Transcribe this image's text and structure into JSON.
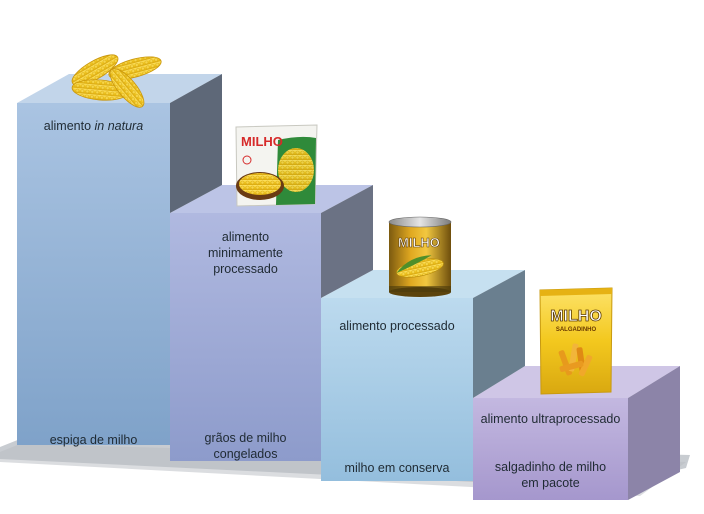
{
  "steps": [
    {
      "category_pre": "alimento ",
      "category_em": "in natura",
      "example": "espiga de milho",
      "color": "#8fb1d4"
    },
    {
      "category": "alimento minimamente processado",
      "category_lines": [
        "alimento",
        "minimamente",
        "processado"
      ],
      "example_lines": [
        "grãos de milho",
        "congelados"
      ],
      "color": "#9aa7d3"
    },
    {
      "category": "alimento processado",
      "example": "milho em conserva",
      "color": "#a8cce5"
    },
    {
      "category": "alimento ultraprocessado",
      "example_lines": [
        "salgadinho de milho",
        "em pacote"
      ],
      "color": "#b3a8d6"
    }
  ],
  "products": {
    "frozen_bag_label": "MILHO",
    "can_label": "MILHO",
    "chips_label": "MILHO",
    "chips_sublabel": "SALGADINHO"
  },
  "colors": {
    "floor": "#c8ccd1",
    "corn_yellow": "#f3c81e",
    "chips_bag": "#f4cc2a"
  }
}
